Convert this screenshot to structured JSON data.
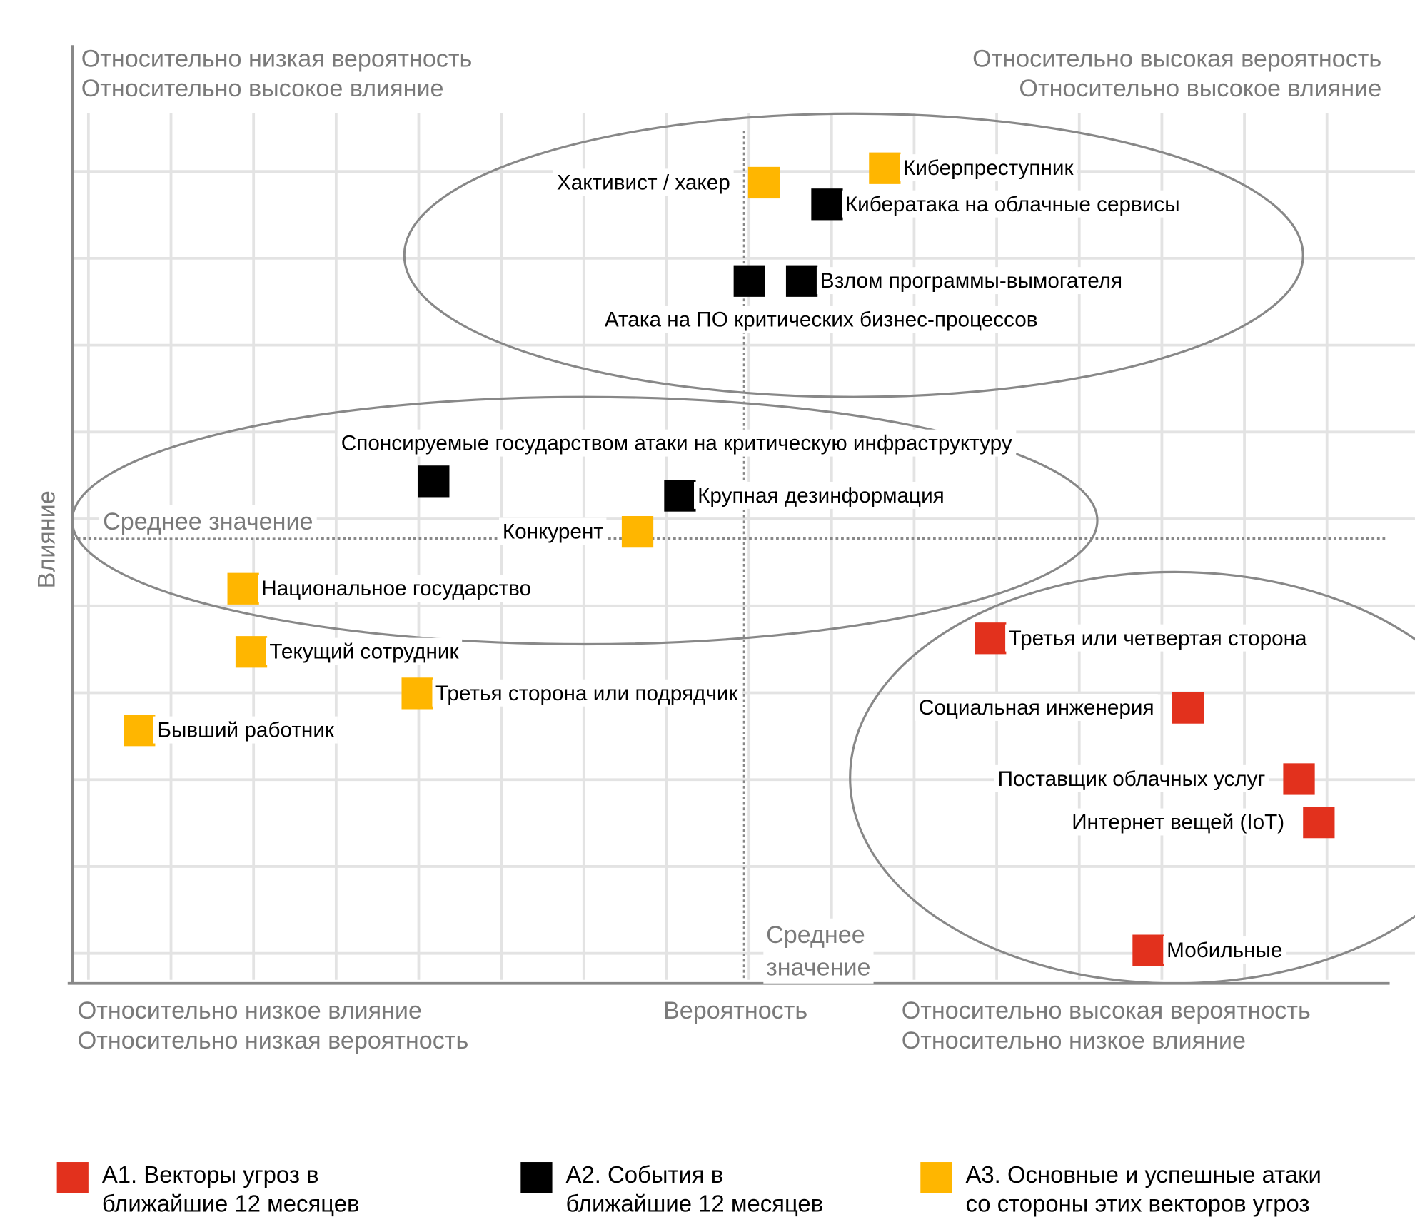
{
  "chart_data": {
    "type": "scatter",
    "title": "",
    "xlabel": "Вероятность",
    "ylabel": "Влияние",
    "xlim": [
      0,
      10
    ],
    "ylim": [
      0,
      10
    ],
    "grid": true,
    "mean": {
      "x": 5.1,
      "y": 4.93,
      "x_label": [
        "Среднее",
        "значение"
      ],
      "y_label": "Среднее значение"
    },
    "quadrant_labels": {
      "top_left": [
        "Относительно низкая вероятность",
        "Относительно высокое влияние"
      ],
      "top_right": [
        "Относительно высокая вероятность",
        "Относительно высокое влияние"
      ],
      "bottom_left": [
        "Относительно низкое влияние",
        "Относительно низкая вероятность"
      ],
      "bottom_right": [
        "Относительно высокая вероятность",
        "Относительно низкое влияние"
      ]
    },
    "colors": {
      "A1": "#e2311d",
      "A2": "#000000",
      "A3": "#ffb600"
    },
    "series": [
      {
        "name": "A1. Векторы угроз в ближайшие 12 месяцев",
        "legend": [
          "A1. Векторы угроз в",
          "ближайшие 12 месяцев"
        ],
        "key": "A1",
        "points": [
          {
            "label": "Третья или четвертая сторона",
            "x": 6.97,
            "y": 3.83
          },
          {
            "label": "Социальная инженерия",
            "x": 8.47,
            "y": 3.06
          },
          {
            "label": "Поставщик облачных услуг",
            "x": 9.31,
            "y": 2.27
          },
          {
            "label": "Интернет вещей (IoT)",
            "x": 9.46,
            "y": 1.79
          },
          {
            "label": "Мобильные",
            "x": 8.17,
            "y": 0.37
          }
        ]
      },
      {
        "name": "A2. События в ближайшие 12 месяцев",
        "legend": [
          "A2. События в",
          "ближайшие 12 месяцев"
        ],
        "key": "A2",
        "points": [
          {
            "label": "Кибератака на облачные сервисы",
            "x": 5.73,
            "y": 8.64
          },
          {
            "label": "Взлом программы-вымогателя",
            "x": 5.54,
            "y": 7.79
          },
          {
            "label": "Атака на ПО критических бизнес-процессов",
            "x": 5.14,
            "y": 7.79
          },
          {
            "label": "Спонсируемые государством атаки на критическую инфраструктуру",
            "x": 2.74,
            "y": 5.57
          },
          {
            "label": "Крупная дезинформация",
            "x": 4.61,
            "y": 5.41
          }
        ]
      },
      {
        "name": "A3. Основные и успешные атаки со стороны этих векторов угроз",
        "legend": [
          "A3. Основные и успешные атаки",
          "со стороны этих векторов угроз"
        ],
        "key": "A3",
        "points": [
          {
            "label": "Хактивист / хакер",
            "x": 5.25,
            "y": 8.88
          },
          {
            "label": "Киберпреступник",
            "x": 6.17,
            "y": 9.04
          },
          {
            "label": "Конкурент",
            "x": 4.29,
            "y": 5.01
          },
          {
            "label": "Национальное государство",
            "x": 1.3,
            "y": 4.38
          },
          {
            "label": "Текущий сотрудник",
            "x": 1.36,
            "y": 3.68
          },
          {
            "label": "Третья сторона или подрядчик",
            "x": 2.62,
            "y": 3.22
          },
          {
            "label": "Бывший работник",
            "x": 0.51,
            "y": 2.81
          }
        ]
      }
    ]
  }
}
